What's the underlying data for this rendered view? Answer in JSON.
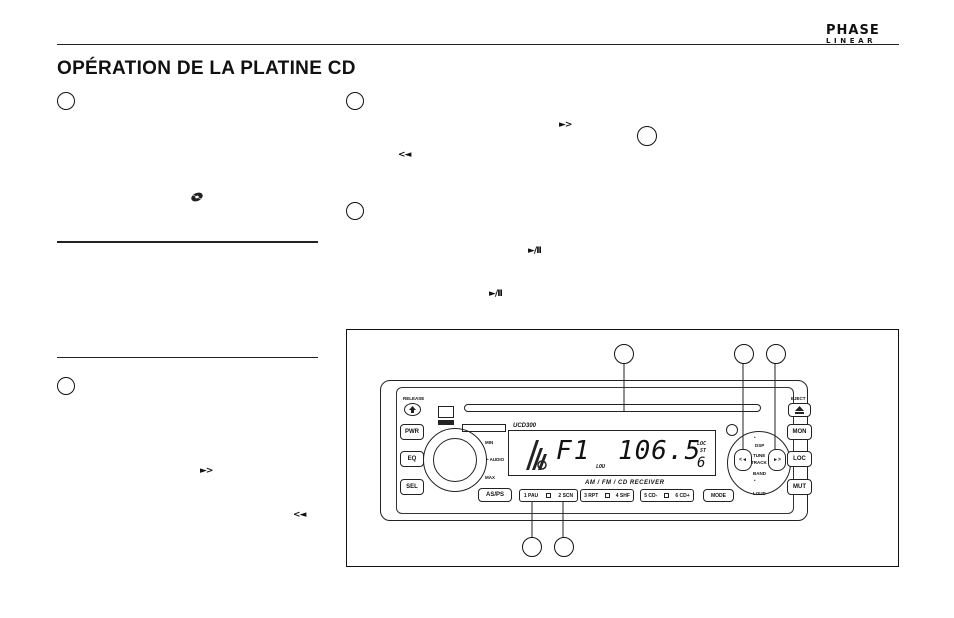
{
  "header": {
    "logo_line1": "PHASE",
    "logo_line2": "LINEAR"
  },
  "page_title": "OPÉRATION DE LA PLATINE CD",
  "symbols": {
    "fast_forward": "►>",
    "rewind": "<◄",
    "play_pause": "►/II"
  },
  "unit": {
    "release": "RELEASE",
    "eject": "EJECT",
    "model": "UCD300",
    "pwr": "PWR",
    "eq": "EQ",
    "sel": "SEL",
    "as_ps": "AS/PS",
    "mon": "MON",
    "loc": "LOC",
    "mut": "MUT",
    "min": "MIN",
    "audio": "• AUDIO",
    "max": "MAX",
    "receiver": "AM / FM / CD  RECEIVER",
    "preset1": "1 PAU",
    "preset2": "2 SCN",
    "preset3": "3 RPT",
    "preset4": "4 SHF",
    "preset5": "5 CD-",
    "preset6": "6 CD+",
    "mode": "MODE",
    "dsp": "DSP",
    "tune": "TUNE",
    "track": "TRACK",
    "band": "BAND",
    "loud": "LOUD",
    "left_arrow": "<◄",
    "right_arrow": "►>"
  },
  "lcd": {
    "band": "F1",
    "frequency": "106.5",
    "loc": "LOC",
    "st": "ST",
    "preset": "6",
    "lou": "LOU"
  }
}
